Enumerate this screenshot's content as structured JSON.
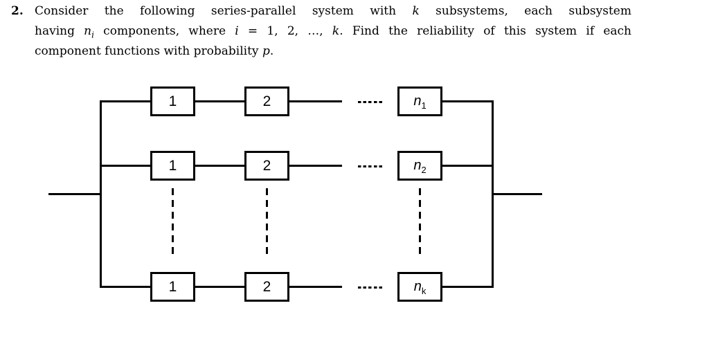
{
  "problem": {
    "number": "2.",
    "lines": [
      {
        "segs": [
          {
            "t": "Consider the following series-parallel system with "
          },
          {
            "t": "k",
            "italic": true
          },
          {
            "t": " subsystems, each subsystem"
          }
        ]
      },
      {
        "segs": [
          {
            "t": "having "
          },
          {
            "t": "n",
            "italic": true
          },
          {
            "t": "i",
            "italic": true,
            "sub": true
          },
          {
            "t": " components, where "
          },
          {
            "t": "i",
            "italic": true
          },
          {
            "t": " = 1, 2, …, "
          },
          {
            "t": "k",
            "italic": true
          },
          {
            "t": ". Find the reliability of this system if each"
          }
        ]
      },
      {
        "segs": [
          {
            "t": "component functions with probability "
          },
          {
            "t": "p",
            "italic": true
          },
          {
            "t": "."
          }
        ]
      }
    ]
  },
  "diagram": {
    "description": "series-parallel reliability block diagram, 3 visible parallel branches",
    "rows": [
      {
        "col1": "1",
        "col2": "2",
        "coln_base": "n",
        "coln_sub": "1"
      },
      {
        "col1": "1",
        "col2": "2",
        "coln_base": "n",
        "coln_sub": "2"
      },
      {
        "col1": "1",
        "col2": "2",
        "coln_base": "n",
        "coln_sub": "k"
      }
    ],
    "continuation_symbol": "-----"
  },
  "palette": {
    "ink": "#000000",
    "paper": "#ffffff"
  }
}
